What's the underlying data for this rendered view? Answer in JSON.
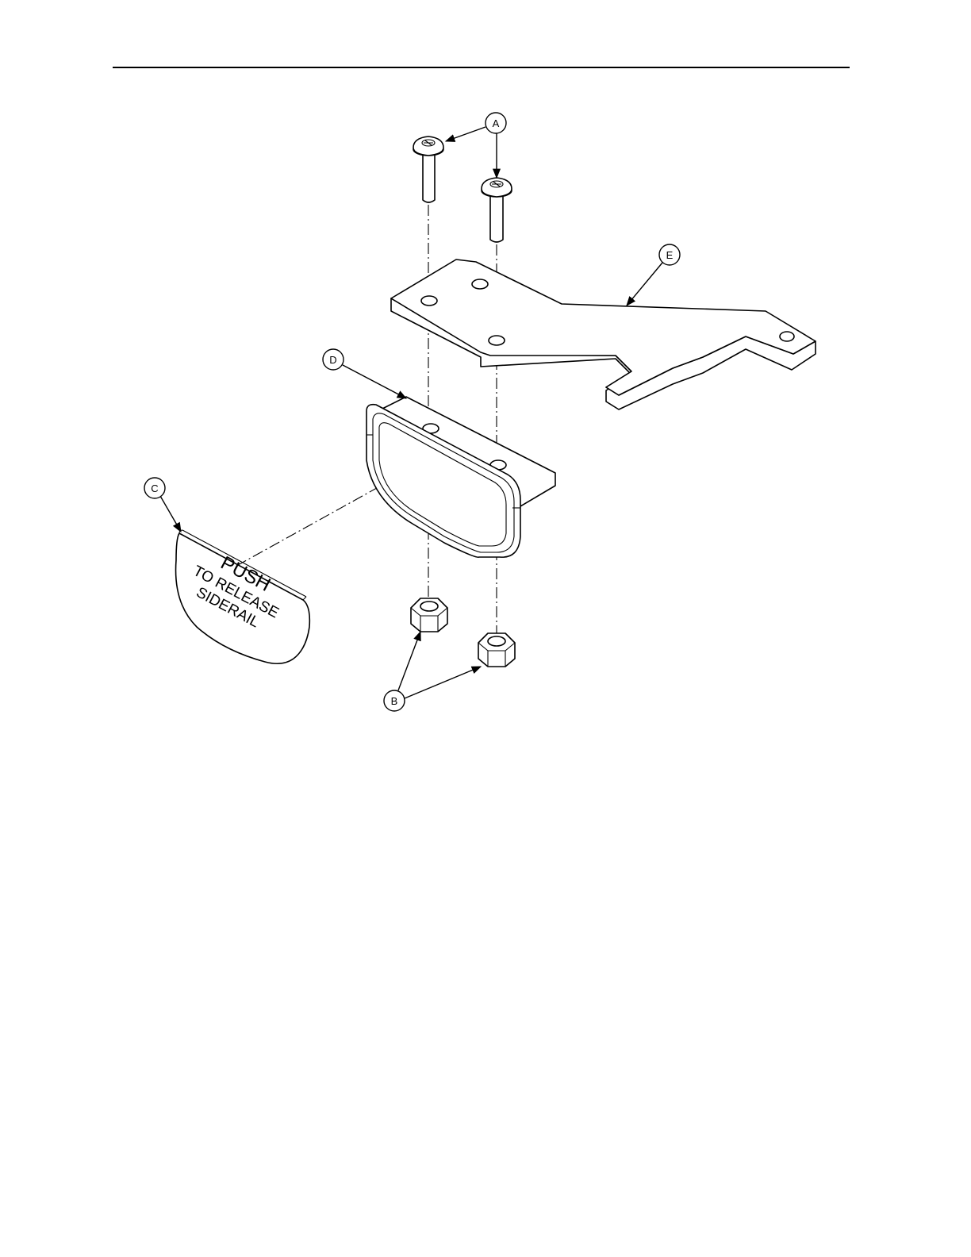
{
  "callouts": {
    "a": "A",
    "b": "B",
    "c": "C",
    "d": "D",
    "e": "E"
  },
  "label_plate": {
    "line1": "PUSH",
    "line2": "TO RELEASE",
    "line3": "SIDERAIL"
  }
}
